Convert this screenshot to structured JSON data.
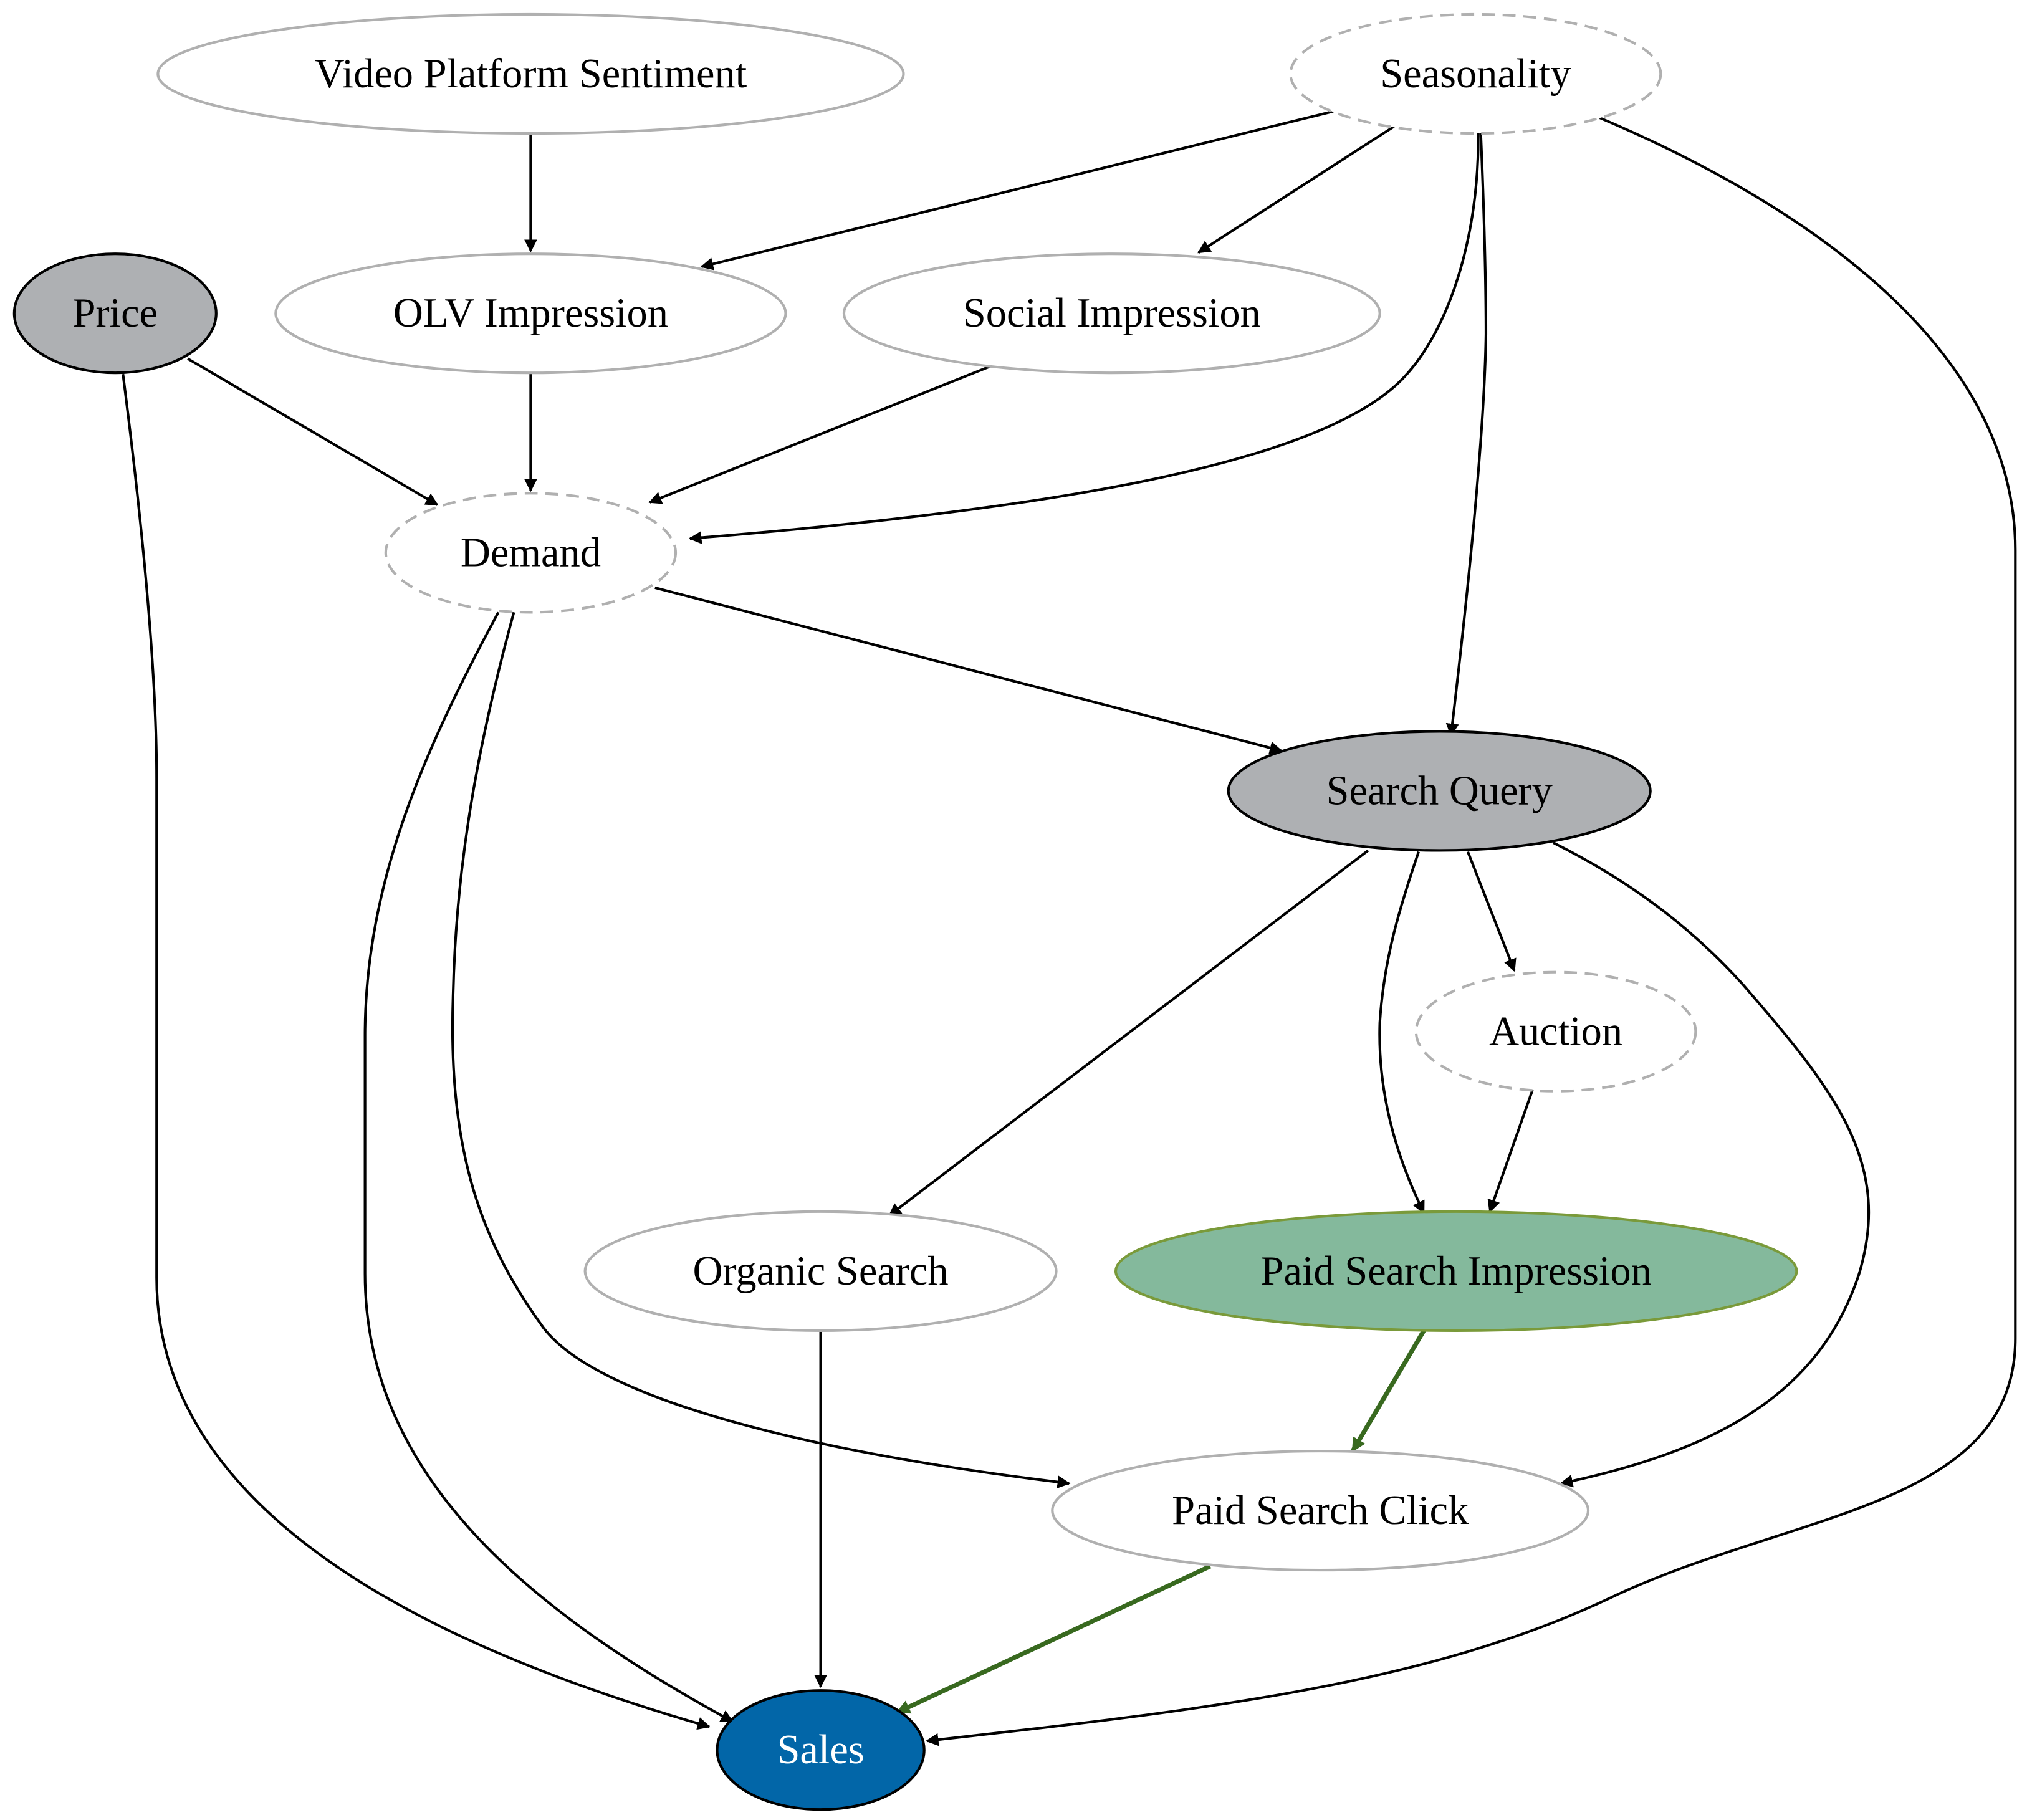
{
  "colors": {
    "background": "#ffffff",
    "edge": "#000000",
    "highlight_edge": "#38691f",
    "node_stroke_gray": "#b0b0b0",
    "node_fill_gray": "#aeb0b3",
    "paid_impression_fill": "#84b99c",
    "paid_impression_stroke": "#7a9a3a",
    "sales_fill": "#0266a8"
  },
  "nodes": {
    "video_sentiment": "Video Platform Sentiment",
    "seasonality": "Seasonality",
    "price": "Price",
    "olv_impression": "OLV Impression",
    "social_impression": "Social Impression",
    "demand": "Demand",
    "search_query": "Search Query",
    "auction": "Auction",
    "organic_search": "Organic Search",
    "paid_search_impression": "Paid Search Impression",
    "paid_search_click": "Paid Search Click",
    "sales": "Sales"
  }
}
